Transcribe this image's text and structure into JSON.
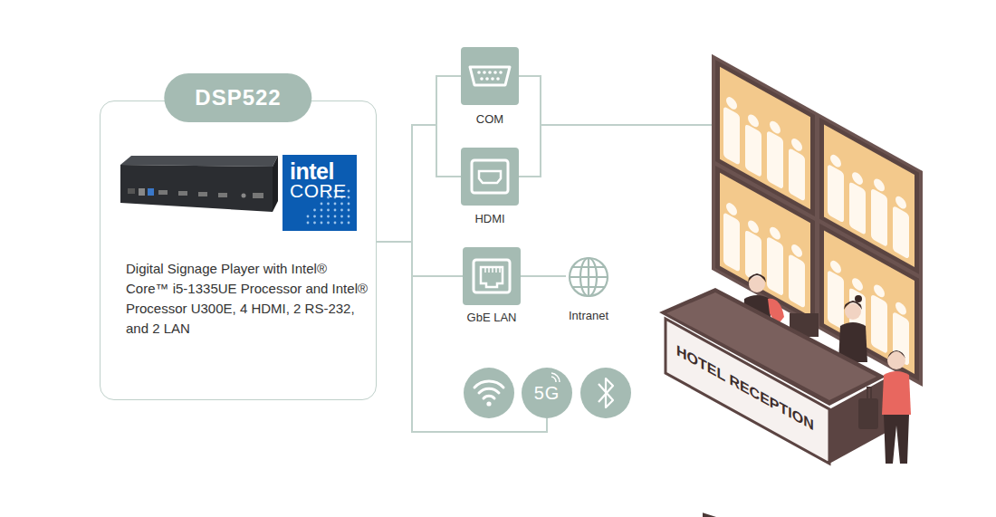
{
  "diagram": {
    "nodes": [
      {
        "text": [
          "DSP522",
          "Digital Signage Player with Intel® Core™ i5-1335UE Processor and Intel® Processor U300E, 4 HDMI, 2 RS-232, and 2 LAN"
        ]
      },
      {
        "text": [
          "intel",
          "CORE"
        ],
        "in": 0
      },
      {
        "text": [
          "COM"
        ]
      },
      {
        "text": [
          "HDMI"
        ]
      },
      {
        "text": [
          "GbE LAN"
        ]
      },
      {
        "text": [
          "Intranet"
        ]
      },
      {
        "text": [
          "5G"
        ]
      }
    ],
    "edges": [
      {
        "from": 0,
        "to": 2,
        "arrow": "none"
      },
      {
        "from": 0,
        "to": 3,
        "arrow": "none"
      },
      {
        "from": 0,
        "to": 4,
        "arrow": "none"
      },
      {
        "from": 4,
        "to": 5,
        "arrow": "none"
      },
      {
        "from": 0,
        "to": 6,
        "arrow": "none"
      }
    ],
    "labels": [
      "HOTEL RECEPTION"
    ]
  }
}
